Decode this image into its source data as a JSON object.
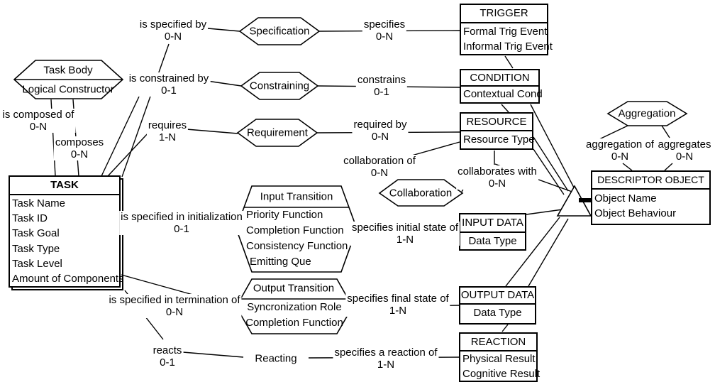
{
  "entities": {
    "task": {
      "title": "TASK",
      "attributes": [
        "Task Name",
        "Task ID",
        "Task Goal",
        "Task Type",
        "Task Level",
        "Amount of Components"
      ]
    },
    "trigger": {
      "title": "TRIGGER",
      "attributes": [
        "Formal Trig Event",
        "Informal Trig Event"
      ]
    },
    "condition": {
      "title": "CONDITION",
      "attributes": [
        "Contextual Cond"
      ]
    },
    "resource": {
      "title": "RESOURCE",
      "attributes": [
        "Resource Type"
      ]
    },
    "input_data": {
      "title": "INPUT DATA",
      "attributes": [
        "Data Type"
      ]
    },
    "output_data": {
      "title": "OUTPUT DATA",
      "attributes": [
        "Data Type"
      ]
    },
    "reaction": {
      "title": "REACTION",
      "attributes": [
        "Physical Result",
        "Cognitive Result"
      ]
    },
    "descriptor_object": {
      "title": "DESCRIPTOR OBJECT",
      "attributes": [
        "Object Name",
        "Object Behaviour"
      ]
    }
  },
  "relationships": {
    "task_body": {
      "title": "Task Body",
      "attributes": [
        "Logical Constructor"
      ]
    },
    "specification": {
      "title": "Specification"
    },
    "constraining": {
      "title": "Constraining"
    },
    "requirement": {
      "title": "Requirement"
    },
    "collaboration": {
      "title": "Collaboration"
    },
    "aggregation": {
      "title": "Aggregation"
    },
    "input_transition": {
      "title": "Input Transition",
      "attributes": [
        "Priority Function",
        "Completion Function",
        "Consistency Function",
        "Emitting Que"
      ]
    },
    "output_transition": {
      "title": "Output Transition",
      "attributes": [
        "Syncronization Role",
        "Completion Function"
      ]
    },
    "reacting": {
      "title": "Reacting"
    }
  },
  "roles": {
    "is_specified_by": {
      "label": "is specified by",
      "cardinality": "0-N"
    },
    "specifies": {
      "label": "specifies",
      "cardinality": "0-N"
    },
    "is_constrained_by": {
      "label": "is constrained by",
      "cardinality": "0-1"
    },
    "constrains": {
      "label": "constrains",
      "cardinality": "0-1"
    },
    "requires": {
      "label": "requires",
      "cardinality": "1-N"
    },
    "required_by": {
      "label": "required by",
      "cardinality": "0-N"
    },
    "is_composed_of": {
      "label": "is composed of",
      "cardinality": "0-N"
    },
    "composes": {
      "label": "composes",
      "cardinality": "0-N"
    },
    "collaboration_of": {
      "label": "collaboration of",
      "cardinality": "0-N"
    },
    "collaborates_with": {
      "label": "collaborates with",
      "cardinality": "0-N"
    },
    "aggregation_of": {
      "label": "aggregation of",
      "cardinality": "0-N"
    },
    "aggregates": {
      "label": "aggregates",
      "cardinality": "0-N"
    },
    "is_specified_in_initialization": {
      "label": "is specified in initialization",
      "cardinality": "0-1"
    },
    "specifies_initial_state_of": {
      "label": "specifies initial state of",
      "cardinality": "1-N"
    },
    "is_specified_in_termination_of": {
      "label": "is specified in termination of",
      "cardinality": "0-N"
    },
    "specifies_final_state_of": {
      "label": "specifies final state of",
      "cardinality": "1-N"
    },
    "reacts": {
      "label": "reacts",
      "cardinality": "0-1"
    },
    "specifies_a_reaction_of": {
      "label": "specifies a reaction of",
      "cardinality": "1-N"
    }
  }
}
